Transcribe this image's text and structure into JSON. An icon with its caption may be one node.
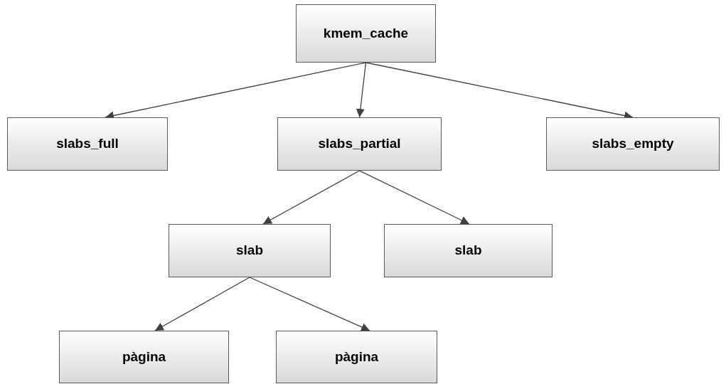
{
  "diagram": {
    "nodes": [
      {
        "text": [
          "kmem_cache"
        ]
      },
      {
        "text": [
          "slabs_full"
        ]
      },
      {
        "text": [
          "slabs_partial"
        ]
      },
      {
        "text": [
          "slabs_empty"
        ]
      },
      {
        "text": [
          "slab"
        ]
      },
      {
        "text": [
          "slab"
        ]
      },
      {
        "text": [
          "pàgina"
        ]
      },
      {
        "text": [
          "pàgina"
        ]
      }
    ],
    "edges": [
      {
        "from": 0,
        "to": 1,
        "arrow": "to"
      },
      {
        "from": 0,
        "to": 2,
        "arrow": "to"
      },
      {
        "from": 0,
        "to": 3,
        "arrow": "to"
      },
      {
        "from": 2,
        "to": 4,
        "arrow": "to"
      },
      {
        "from": 2,
        "to": 5,
        "arrow": "to"
      },
      {
        "from": 4,
        "to": 6,
        "arrow": "to"
      },
      {
        "from": 4,
        "to": 7,
        "arrow": "to"
      }
    ]
  }
}
